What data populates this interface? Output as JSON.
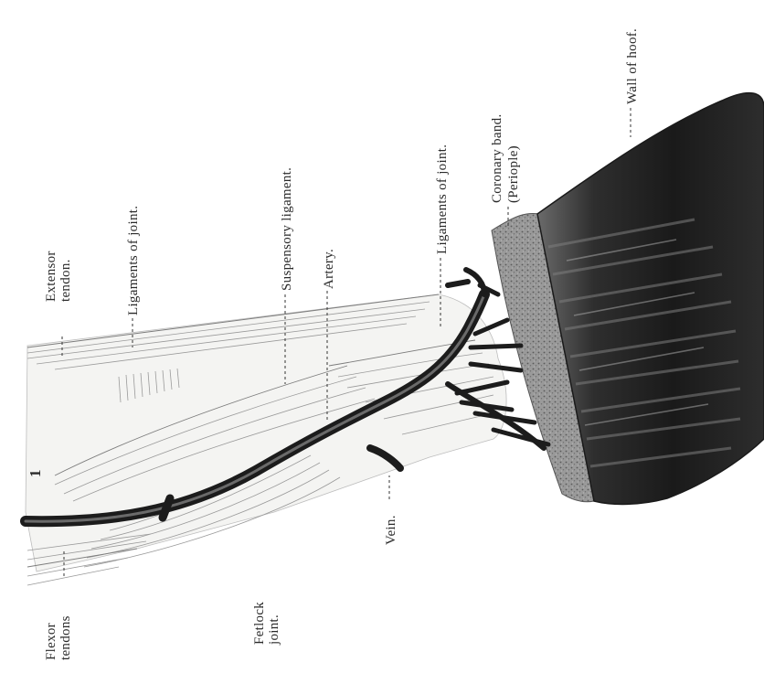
{
  "figure_number": "1",
  "labels": {
    "flexor_tendons": [
      "Flexor",
      "tendons"
    ],
    "fetlock_joint": [
      "Fetlock",
      "joint."
    ],
    "vein": "Vein.",
    "extensor_tendon": [
      "Extensor",
      "tendon."
    ],
    "ligaments_of_joint_upper": "Ligaments of joint.",
    "suspensory_ligament": "Suspensory ligament.",
    "artery": "Artery.",
    "ligaments_of_joint_lower": "Ligaments of joint.",
    "coronary_band": [
      "Coronary band.",
      "(Periople)"
    ],
    "wall_of_hoof": "Wall of hoof."
  },
  "colors": {
    "vessel": "#1c1c1c",
    "hoof_dark": "#262626",
    "coronary_band": "#8a8a8a",
    "ink": "#2a2a2a"
  }
}
